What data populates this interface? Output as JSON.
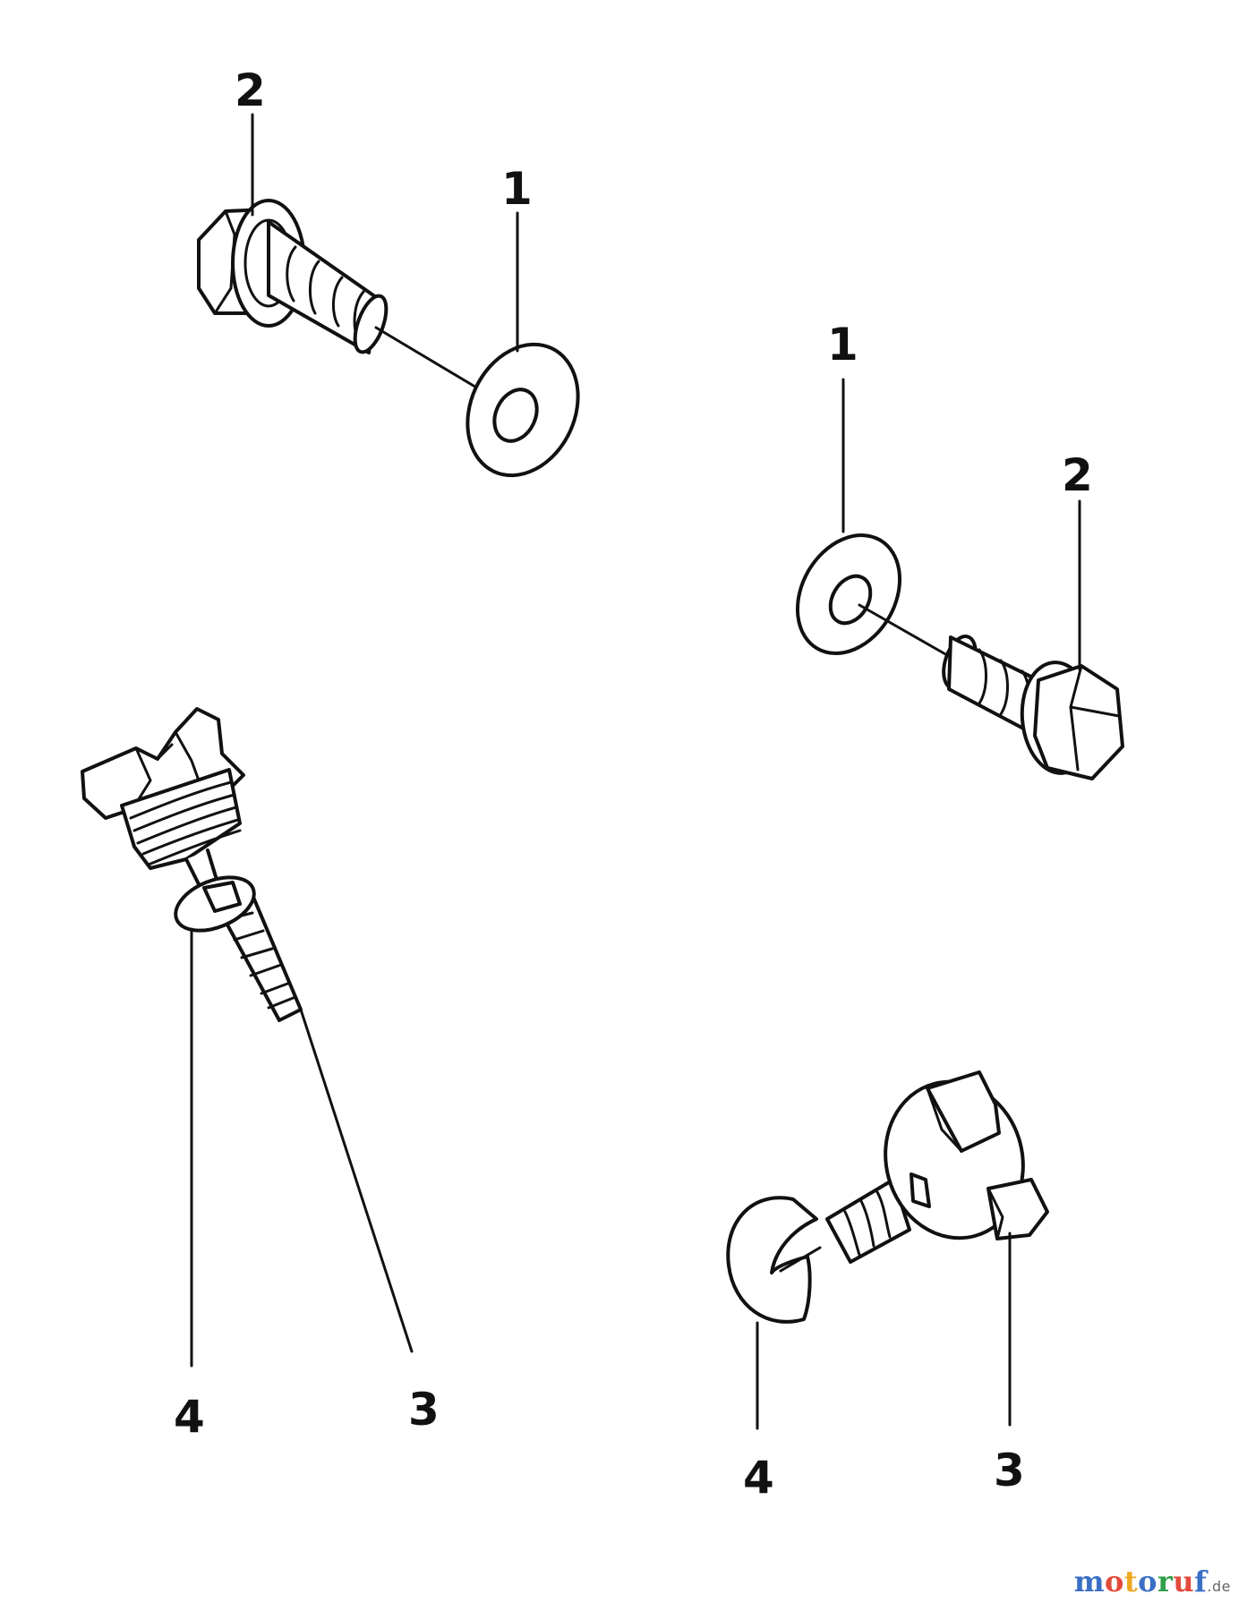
{
  "callouts": [
    {
      "id": "top-left-washer",
      "label": "1"
    },
    {
      "id": "top-left-bolt",
      "label": "2"
    },
    {
      "id": "right-washer",
      "label": "1"
    },
    {
      "id": "right-bolt",
      "label": "2"
    },
    {
      "id": "left-dipstick",
      "label": "3"
    },
    {
      "id": "left-gasket",
      "label": "4"
    },
    {
      "id": "right-plug",
      "label": "3"
    },
    {
      "id": "right-gasket",
      "label": "4"
    }
  ],
  "watermark": {
    "text": "motoruf",
    "suffix": ".de"
  }
}
